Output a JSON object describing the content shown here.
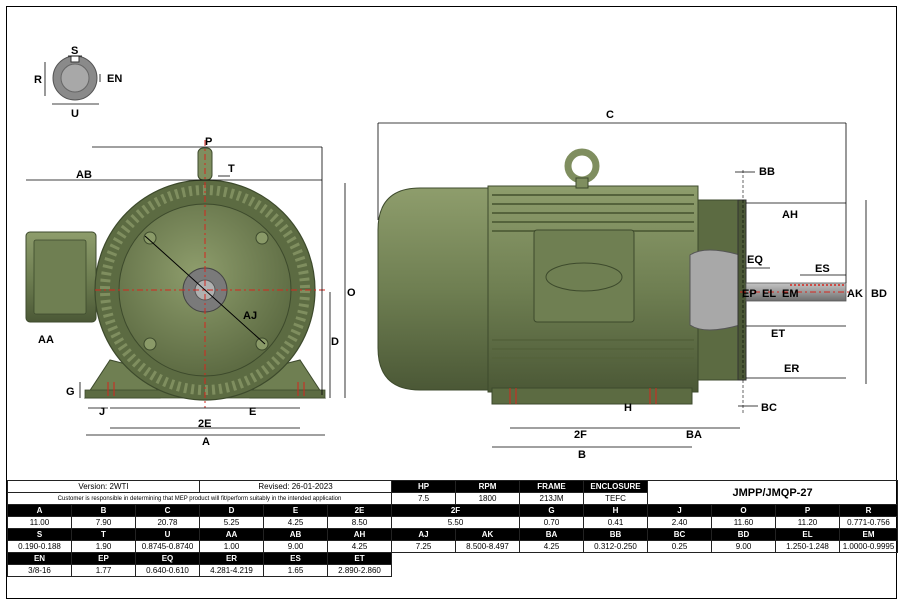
{
  "drawing": {
    "shaft_labels": [
      "S",
      "R",
      "EN",
      "U"
    ],
    "front_labels": [
      "P",
      "T",
      "AB",
      "O",
      "AJ",
      "AA",
      "D",
      "G",
      "J",
      "E",
      "2E",
      "A"
    ],
    "side_labels": [
      "C",
      "BB",
      "AH",
      "EQ",
      "ES",
      "EP",
      "EL",
      "EM",
      "AK",
      "BD",
      "ET",
      "ER",
      "H",
      "BC",
      "2F",
      "BA",
      "B"
    ]
  },
  "header": {
    "version": "Version: 2WTI",
    "revised": "Revised: 26-01-2023",
    "note": "Customer is responsible in determining that MEP product will fit/perform suitably in the intended application",
    "columns": [
      "HP",
      "RPM",
      "FRAME",
      "ENCLOSURE"
    ],
    "values": [
      "7.5",
      "1800",
      "213JM",
      "TEFC"
    ],
    "model": "JMPP/JMQP-27"
  },
  "rows": [
    {
      "labels": [
        "A",
        "B",
        "C",
        "D",
        "E",
        "2E",
        "2F",
        "G",
        "H",
        "J",
        "O",
        "P",
        "R"
      ],
      "values": [
        "11.00",
        "7.90",
        "20.78",
        "5.25",
        "4.25",
        "8.50",
        "5.50",
        "0.70",
        "0.41",
        "2.40",
        "11.60",
        "11.20",
        "0.771-0.756"
      ]
    },
    {
      "labels": [
        "S",
        "T",
        "U",
        "AA",
        "AB",
        "AH",
        "AJ",
        "AK",
        "BA",
        "BB",
        "BC",
        "BD",
        "EL",
        "EM"
      ],
      "values": [
        "0.190-0.188",
        "1.90",
        "0.8745-0.8740",
        "1.00",
        "9.00",
        "4.25",
        "7.25",
        "8.500-8.497",
        "4.25",
        "0.312-0.250",
        "0.25",
        "9.00",
        "1.250-1.248",
        "1.0000-0.9995"
      ]
    },
    {
      "labels": [
        "EN",
        "EP",
        "EQ",
        "ER",
        "ES",
        "ET"
      ],
      "values": [
        "3/8-16",
        "1.77",
        "0.640-0.610",
        "4.281-4.219",
        "1.65",
        "2.890-2.860"
      ]
    }
  ],
  "colors": {
    "motor_green": "#6f7f52",
    "motor_dark": "#4b5836",
    "motor_light": "#95a474",
    "centerline_red": "#d6261e",
    "shaft_grey": "#9a9a9a"
  }
}
